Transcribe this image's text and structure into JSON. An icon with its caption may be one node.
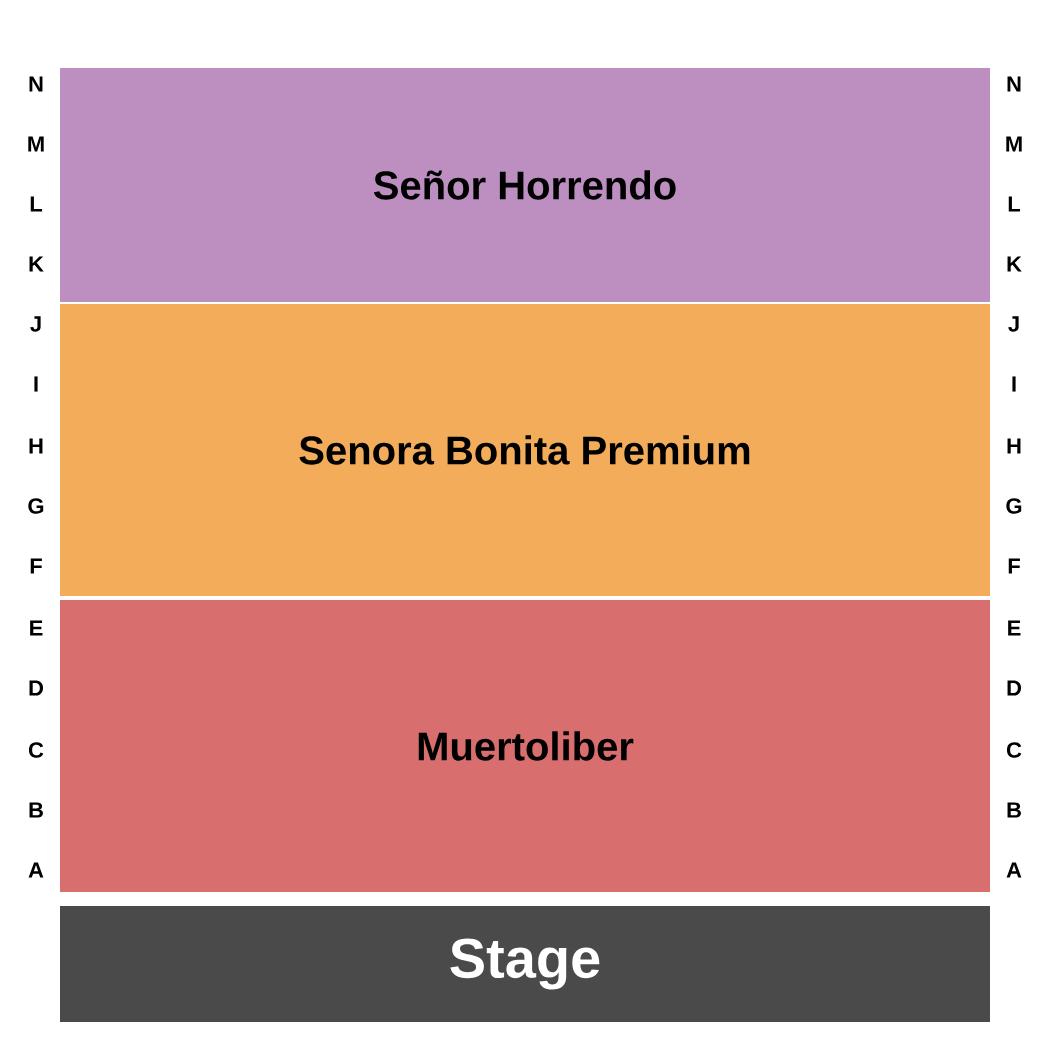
{
  "diagram": {
    "nodes": [
      {
        "text": [
          "Señor Horrendo"
        ]
      },
      {
        "text": [
          "Senora Bonita Premium"
        ]
      },
      {
        "text": [
          "Muertoliber"
        ]
      },
      {
        "text": [
          "Stage"
        ]
      }
    ],
    "labels": [
      "N",
      "N",
      "M",
      "M",
      "L",
      "L",
      "K",
      "K",
      "J",
      "J",
      "I",
      "I",
      "H",
      "H",
      "G",
      "G",
      "F",
      "F",
      "E",
      "E",
      "D",
      "D",
      "C",
      "C",
      "B",
      "B",
      "A",
      "A"
    ]
  }
}
